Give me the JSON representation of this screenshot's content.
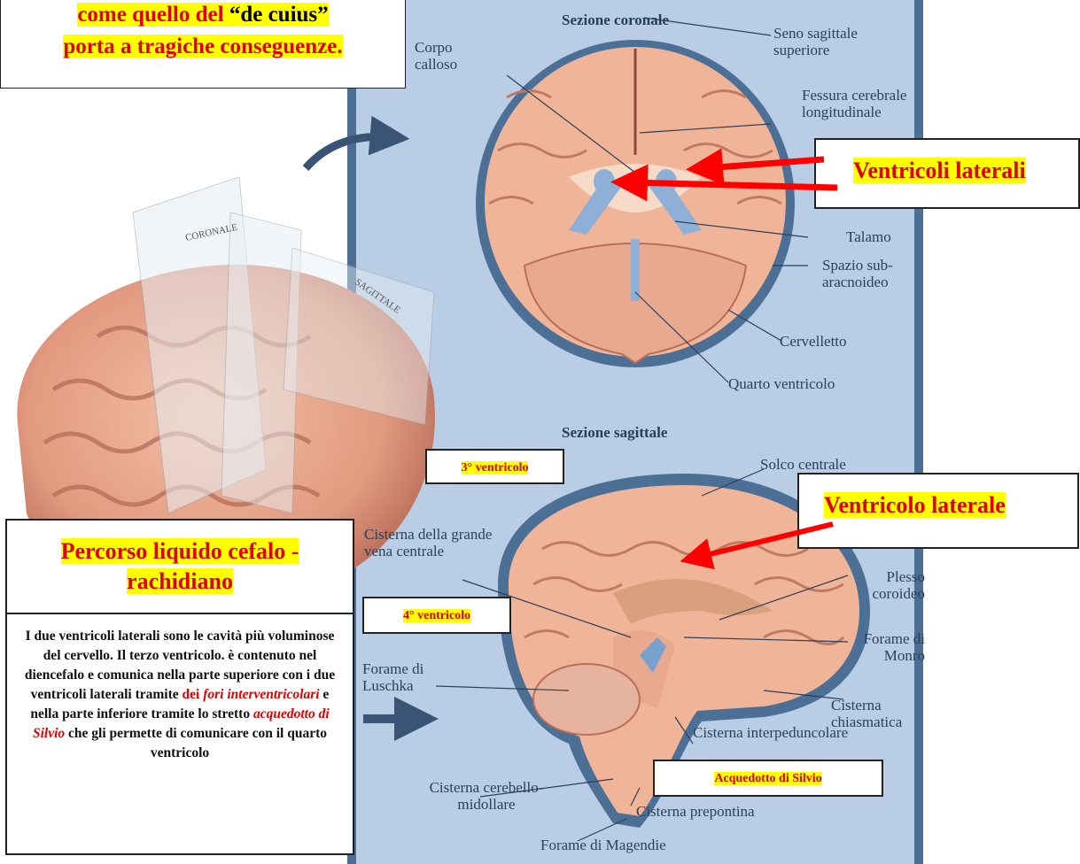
{
  "top_caption": {
    "line1": "come quello del ",
    "quote": "“de cuius”",
    "line2": "porta a tragiche conseguenze."
  },
  "plastic_labels": {
    "coronal": "CORONALE",
    "sagittal": "SAGITTALE"
  },
  "coronal": {
    "section_title": "Sezione coronale",
    "labels": {
      "corpo_calloso": "Corpo calloso",
      "seno_sagittale": "Seno sagittale superiore",
      "fessura": "Fessura cerebrale longitudinale",
      "talamo": "Talamo",
      "spazio": "Spazio sub-aracnoideo",
      "cervelletto": "Cervelletto",
      "quarto": "Quarto ventricolo"
    }
  },
  "sagittal": {
    "section_title": "Sezione sagittale",
    "labels": {
      "solco": "Solco centrale",
      "cisterna_vena": "Cisterna della grande vena centrale",
      "plesso": "Plesso coroideo",
      "forame_monro": "Forame di Monro",
      "forame_luschka": "Forame di Luschka",
      "cisterna_chiasm": "Cisterna chiasmatica",
      "cisterna_interped": "Cisterna interpeduncolare",
      "cisterna_cerebello": "Cisterna cerebello-midollare",
      "cisterna_prepontina": "Cisterna prepontina",
      "forame_magendie": "Forame di Magendie"
    }
  },
  "callouts": {
    "ventricoli_laterali": "Ventricoli laterali",
    "ventricolo_laterale": "Ventricolo laterale",
    "terzo": "3° ventricolo",
    "quarto": "4°  ventricolo",
    "acquedotto": "Acquedotto di Silvio"
  },
  "info": {
    "title": "Percorso liquido cefalo - rachidiano",
    "body1": "I due ventricoli laterali sono le cavità più voluminose del cervello. Il terzo ventricolo. è contenuto nel diencefalo e comunica nella parte superiore con i due ventricoli laterali tramite ",
    "body_dei": "dei ",
    "body_fori": "fori interventricolari",
    "body2": " e nella parte inferiore tramite lo stretto ",
    "body_acq": "acquedotto di Silvio",
    "body3": " che gli permette di comunicare con il quarto ventricolo"
  }
}
